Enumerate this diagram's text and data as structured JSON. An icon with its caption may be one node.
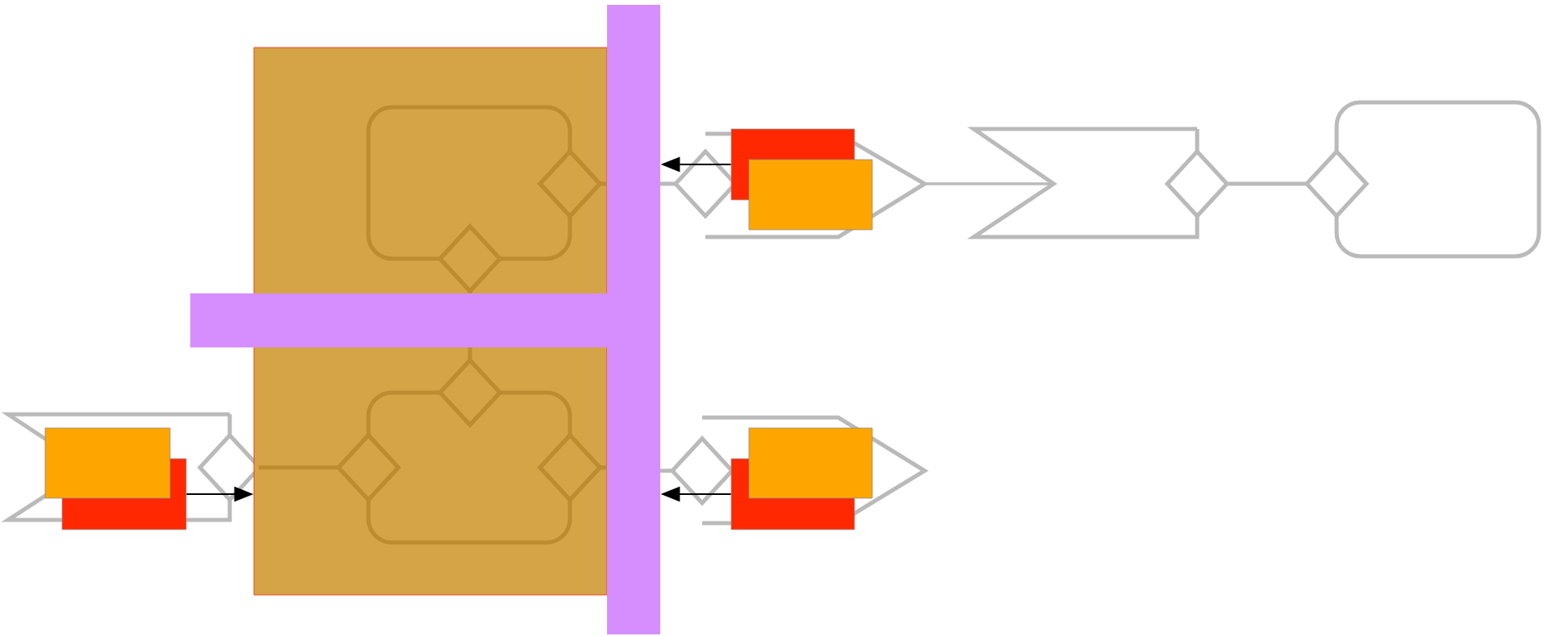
{
  "diagram": {
    "nodes": [
      {
        "text": [],
        "shape": "box"
      },
      {
        "text": [],
        "shape": "box"
      },
      {
        "text": [],
        "shape": "box"
      },
      {
        "text": [],
        "shape": "box"
      },
      {
        "text": [],
        "shape": "bar"
      },
      {
        "text": [],
        "shape": "bar"
      }
    ],
    "edges": [
      {
        "from": 1,
        "to": 0,
        "arrow": "to"
      },
      {
        "from": 2,
        "to": 4,
        "arrow": "to"
      },
      {
        "from": 3,
        "to": 4,
        "arrow": "to"
      }
    ]
  }
}
